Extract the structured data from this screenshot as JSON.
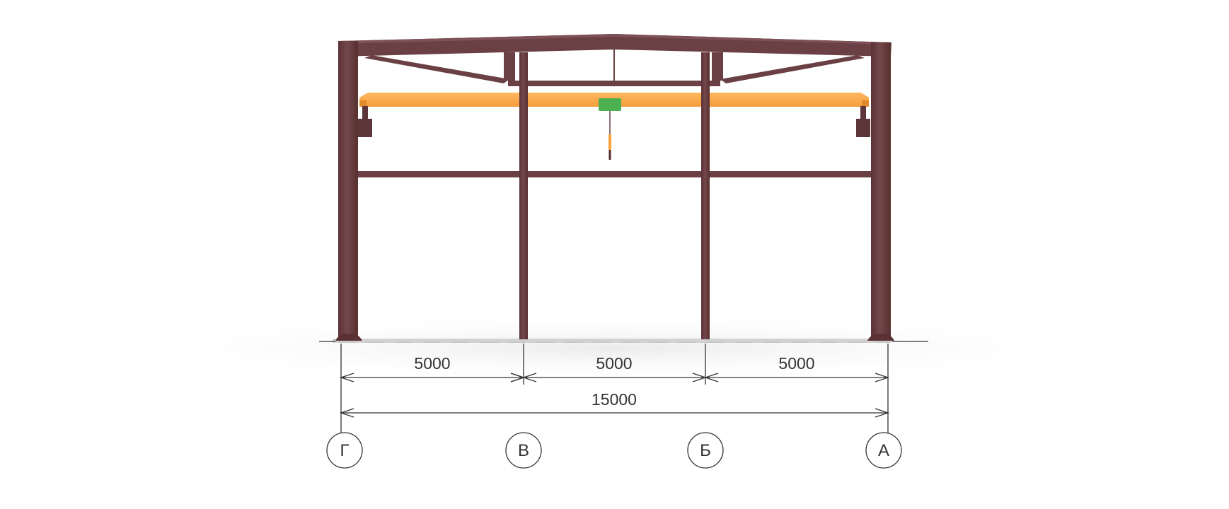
{
  "colors": {
    "steel": "#6b4044",
    "steel_dark": "#52292d",
    "crane_beam": "#ffab4d",
    "hoist": "#4caf50",
    "dimension_line": "#333333",
    "floor": "#d4d4d4"
  },
  "dimensions": {
    "bays": [
      "5000",
      "5000",
      "5000"
    ],
    "total": "15000"
  },
  "axes": [
    "Г",
    "В",
    "Б",
    "А"
  ]
}
